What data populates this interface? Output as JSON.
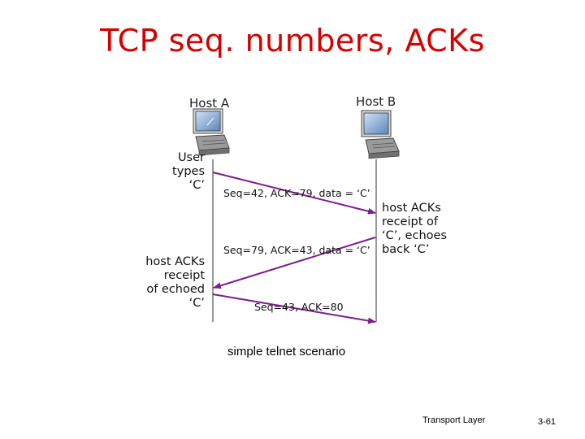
{
  "title": "TCP seq. numbers, ACKs",
  "hosts": {
    "a": {
      "label": "Host A"
    },
    "b": {
      "label": "Host B"
    }
  },
  "notes": {
    "user_types": [
      "User",
      "types",
      "‘C’"
    ],
    "host_a_acks": [
      "host ACKs",
      "receipt",
      "of echoed",
      "‘C’"
    ],
    "host_b_acks": [
      "host ACKs",
      "receipt of",
      "‘C’, echoes",
      "back ‘C’"
    ]
  },
  "messages": [
    {
      "text": "Seq=42, ACK=79, data = ‘C’",
      "direction": "A to B"
    },
    {
      "text": "Seq=79, ACK=43, data = ‘C’",
      "direction": "B to A"
    },
    {
      "text": "Seq=43, ACK=80",
      "direction": "A to B"
    }
  ],
  "caption": "simple telnet scenario",
  "footer": {
    "left": "Transport Layer",
    "right": "3-61"
  },
  "colors": {
    "title": "#d40000",
    "arrow": "#7a1f8a"
  }
}
